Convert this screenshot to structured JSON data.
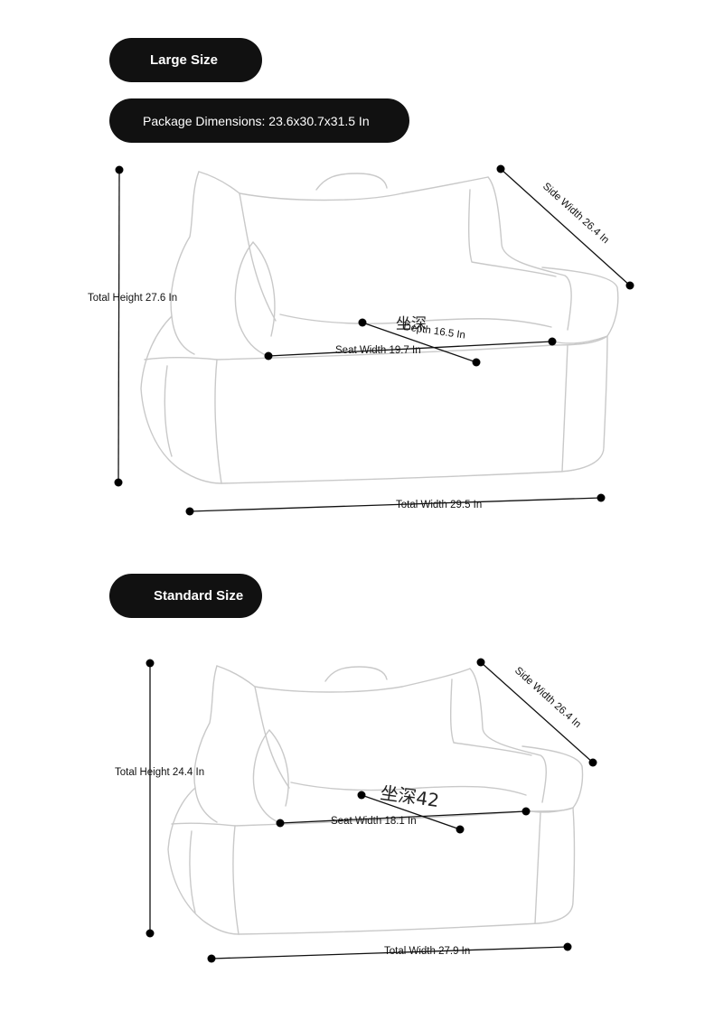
{
  "badges": {
    "large": "Large Size",
    "package": "Package Dimensions: 23.6x30.7x31.5 In",
    "standard": "Standard Size"
  },
  "large": {
    "total_height": "Total Height 27.6 In",
    "side_width": "Side Width 26.4 In",
    "depth": "Depth 16.5 In",
    "depth_cn": "坐深",
    "seat_width": "Seat Width 19.7 In",
    "total_width": "Total Width 29.5 In"
  },
  "standard": {
    "total_height": "Total Height 24.4 In",
    "side_width": "Side Width 26.4 In",
    "depth_cn": "坐深42",
    "seat_width": "Seat Width 18.1 In",
    "total_width": "Total Width 27.9 In"
  },
  "colors": {
    "badge_bg": "#111111",
    "badge_text": "#ffffff",
    "outline": "#c9c9c9",
    "dimension": "#111111"
  }
}
